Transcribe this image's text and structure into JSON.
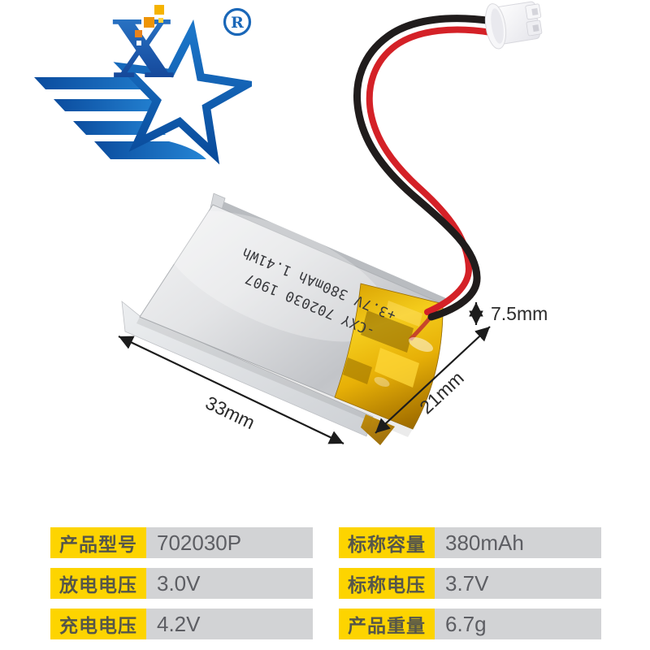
{
  "page": {
    "background_color": "#ffffff"
  },
  "logo": {
    "letter": "X",
    "registered_mark": "R",
    "colors": {
      "star_blue": "#1368b8",
      "navy": "#10408e",
      "orange": "#ee9406",
      "gold": "#f5b300"
    }
  },
  "product_photo": {
    "battery_print_line1": "-CXY 702030 1907",
    "battery_print_line2": "+3.7V 380mAh 1.41Wh",
    "colors": {
      "body_silver": "#d6d8da",
      "tape_gold": "#e6b106",
      "wire_red": "#d42127",
      "wire_black": "#201c1c",
      "connector_white": "#f7f7f9"
    }
  },
  "dimensions": {
    "length": "33mm",
    "width": "21mm",
    "thickness": "7.5mm"
  },
  "spec_table": {
    "label_bg": "#fdd400",
    "value_bg": "#d2d3d5",
    "left_column": [
      {
        "label": "产品型号",
        "value": "702030P"
      },
      {
        "label": "放电电压",
        "value": "3.0V"
      },
      {
        "label": "充电电压",
        "value": "4.2V"
      }
    ],
    "right_column": [
      {
        "label": "标称容量",
        "value": "380mAh"
      },
      {
        "label": "标称电压",
        "value": "3.7V"
      },
      {
        "label": "产品重量",
        "value": "6.7g"
      }
    ]
  }
}
